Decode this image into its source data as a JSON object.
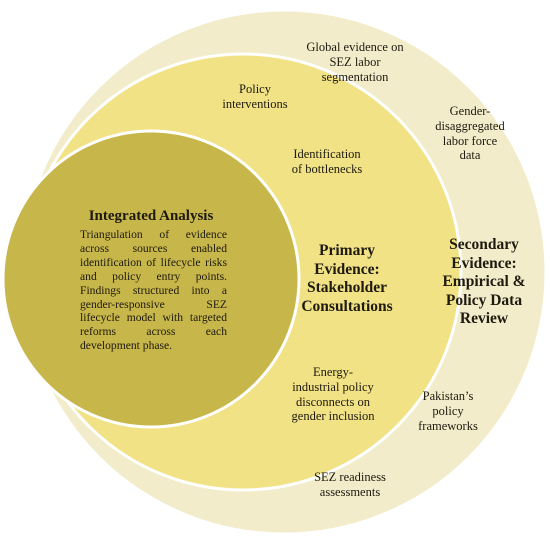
{
  "colors": {
    "outer_ring": "#f3ecca",
    "middle_ring": "#f1e285",
    "inner_core": "#c7b64a",
    "ring_border": "#ffffff",
    "text": "#1e1a10"
  },
  "outer_ring": {
    "title": "Secondary\nEvidence:\nEmpirical &\nPolicy Data\nReview",
    "items": [
      "Global evidence on\nSEZ labor\nsegmentation",
      "Gender-\ndisaggregated\nlabor force\ndata",
      "Pakistan’s\npolicy\nframeworks",
      "SEZ readiness\nassessments"
    ]
  },
  "middle_ring": {
    "title": "Primary\nEvidence:\nStakeholder\nConsultations",
    "items": [
      "Policy\ninterventions",
      "Identification\nof bottlenecks",
      "Energy-\nindustrial policy\ndisconnects on\ngender inclusion"
    ]
  },
  "core": {
    "title": "Integrated Analysis",
    "body": "Triangulation of evidence across sources enabled identification of lifecycle risks and policy entry points. Findings structured into a gender-responsive SEZ lifecycle model with targeted reforms across each development phase."
  }
}
